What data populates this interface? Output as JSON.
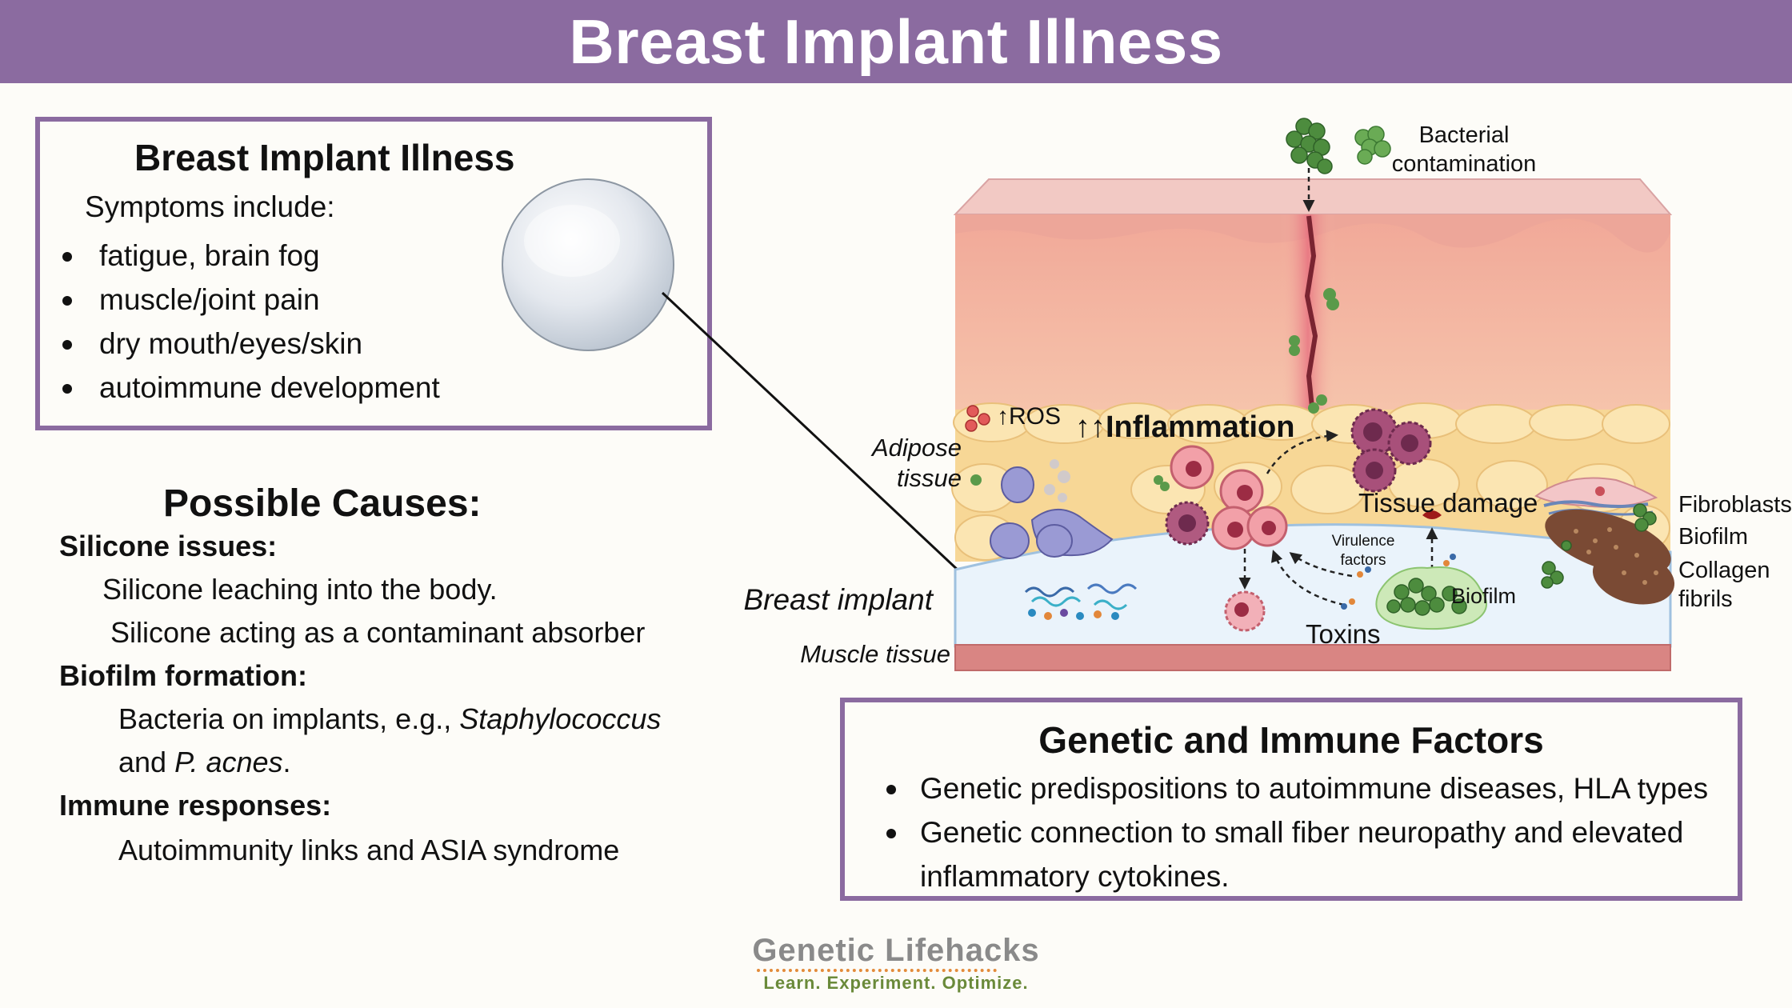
{
  "header": {
    "title": "Breast Implant Illness"
  },
  "symptoms": {
    "title": "Breast Implant Illness",
    "intro": "Symptoms include:",
    "items": [
      "fatigue, brain fog",
      "muscle/joint pain",
      "dry mouth/eyes/skin",
      "autoimmune development"
    ]
  },
  "causes": {
    "title": "Possible Causes:",
    "silicone_head": "Silicone issues:",
    "silicone_1": "Silicone leaching into the body.",
    "silicone_2": "Silicone acting as a contaminant absorber",
    "biofilm_head": "Biofilm formation:",
    "biofilm_1_prefix": "Bacteria on implants, e.g., ",
    "biofilm_1_italic": "Staphylococcus",
    "biofilm_2_prefix": "and ",
    "biofilm_2_italic": "P. acnes",
    "biofilm_2_suffix": ".",
    "immune_head": "Immune responses:",
    "immune_1": "Autoimmunity links and ASIA syndrome"
  },
  "diagram": {
    "bacterial_1": "Bacterial",
    "bacterial_2": "contamination",
    "ros": "↑ROS",
    "inflammation": "↑↑Inflammation",
    "adipose_1": "Adipose",
    "adipose_2": "tissue",
    "tissue_damage": "Tissue damage",
    "virulence_1": "Virulence",
    "virulence_2": "factors",
    "biofilm_inner": "Biofilm",
    "toxins": "Toxins",
    "breast_implant": "Breast implant",
    "muscle_tissue": "Muscle tissue",
    "fibroblasts": "Fibroblasts",
    "biofilm_side": "Biofilm",
    "collagen_1": "Collagen",
    "collagen_2": "fibrils"
  },
  "factors": {
    "title": "Genetic and Immune Factors",
    "items": [
      "Genetic predispositions to autoimmune diseases, HLA types",
      "Genetic connection to small fiber neuropathy and elevated inflammatory cytokines."
    ]
  },
  "footer": {
    "brand": "Genetic Lifehacks",
    "tagline": "Learn. Experiment. Optimize."
  },
  "colors": {
    "header": "#8b6ba0",
    "skin": "#f3b9a5",
    "adipose": "#f9dc9c",
    "implant": "#e8f2fb",
    "muscle": "#d98583",
    "bacteria": "#5a9a4a"
  }
}
